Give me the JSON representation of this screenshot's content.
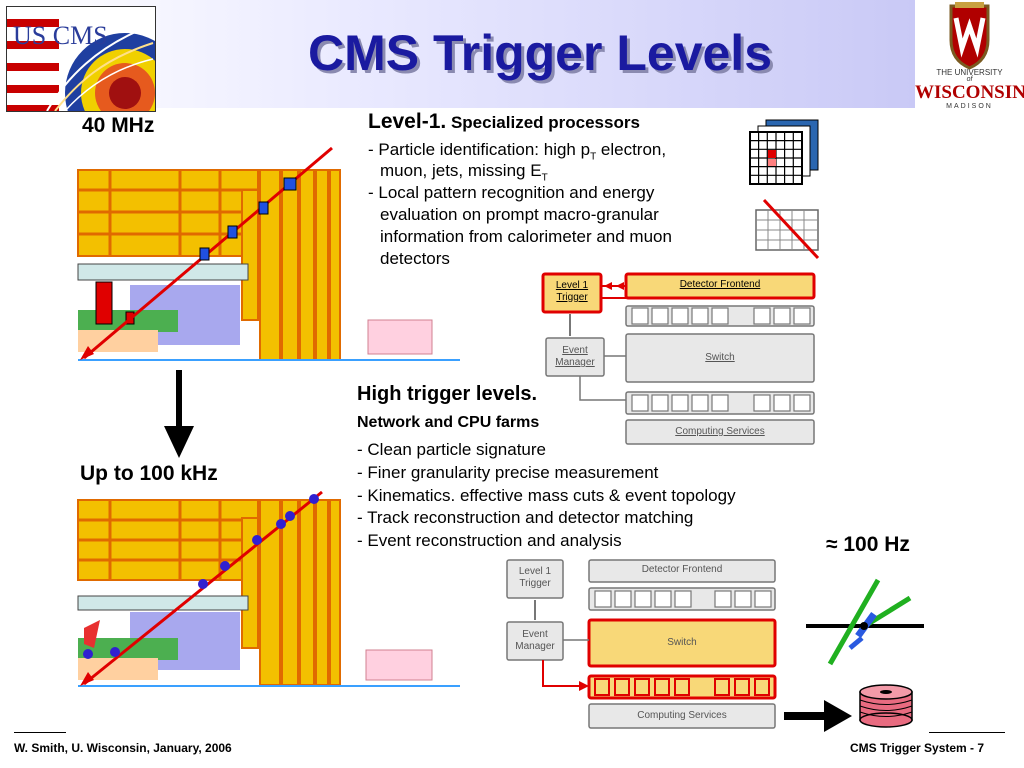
{
  "header": {
    "title": "CMS Trigger Levels",
    "logo_left_text": "US CMS",
    "logo_right": {
      "line1": "THE UNIVERSITY",
      "line2": "of",
      "line3": "WISCONSIN",
      "line4": "MADISON"
    }
  },
  "detector": {
    "rate_top": "40 MHz",
    "rate_bottom": "Up to 100 kHz"
  },
  "level1": {
    "heading_bold": "Level-1.",
    "heading_rest": " Specialized processors",
    "bullets": [
      "- Particle identification:  high p",
      "T",
      " electron,",
      "muon, jets,  missing E",
      "T",
      "- Local pattern recognition and energy",
      "evaluation  on prompt  macro-granular",
      "information from calorimeter and muon",
      "detectors"
    ]
  },
  "high_level": {
    "heading": "High trigger levels.",
    "subheading": "Network and CPU farms",
    "bullets": [
      "- Clean particle signature",
      "- Finer granularity precise measurement",
      "- Kinematics. effective mass cuts & event topology",
      "- Track reconstruction and detector matching",
      "- Event reconstruction and analysis"
    ]
  },
  "diagram_top": {
    "level1": "Level 1 Trigger",
    "level1_line1": "Level 1",
    "level1_line2": "Trigger",
    "frontend": "Detector Frontend",
    "event_manager_line1": "Event",
    "event_manager_line2": "Manager",
    "switch": "Switch",
    "computing": "Computing Services"
  },
  "diagram_bottom": {
    "level1_line1": "Level 1",
    "level1_line2": "Trigger",
    "frontend": "Detector Frontend",
    "event_manager_line1": "Event",
    "event_manager_line2": "Manager",
    "switch": "Switch",
    "computing": "Computing Services"
  },
  "output_rate": "≈ 100 Hz",
  "footer": {
    "left": "W. Smith, U. Wisconsin, January, 2006",
    "right": "CMS Trigger System -  7"
  },
  "colors": {
    "title": "#1a1aa0",
    "detector_yellow": "#f3c000",
    "detector_orange": "#e06a00",
    "highlight_red": "#e00000",
    "diagram_yellow": "#f8d878",
    "uw_red": "#b00000"
  }
}
